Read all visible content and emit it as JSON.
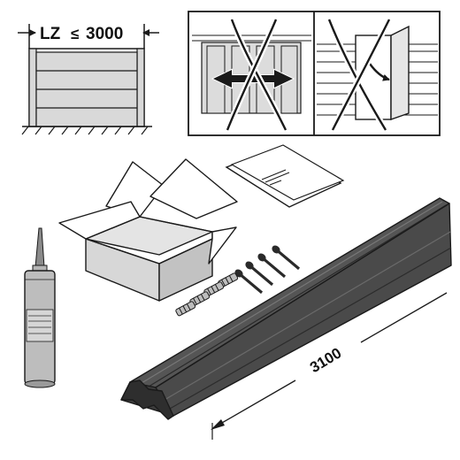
{
  "width_note": {
    "prefix": "LZ",
    "symbol": "≤",
    "value": "3000"
  },
  "profile_length": "3100",
  "icons": {
    "door_limit": "door-width-limit-icon",
    "no_sliding": "no-sliding-doors-icon",
    "no_swing": "no-swing-doors-icon",
    "box": "cardboard-box-icon",
    "sheet": "instruction-sheet-icon",
    "cartridge": "sealant-cartridge-icon",
    "screws": "screw-icon",
    "dowels": "wall-plug-icon",
    "profile": "threshold-profile-icon"
  },
  "colors": {
    "line": "#1a1a1a",
    "light_gray": "#d4d4d4",
    "mid_gray": "#bdbdbd",
    "dark_profile": "#4a4a4a"
  }
}
